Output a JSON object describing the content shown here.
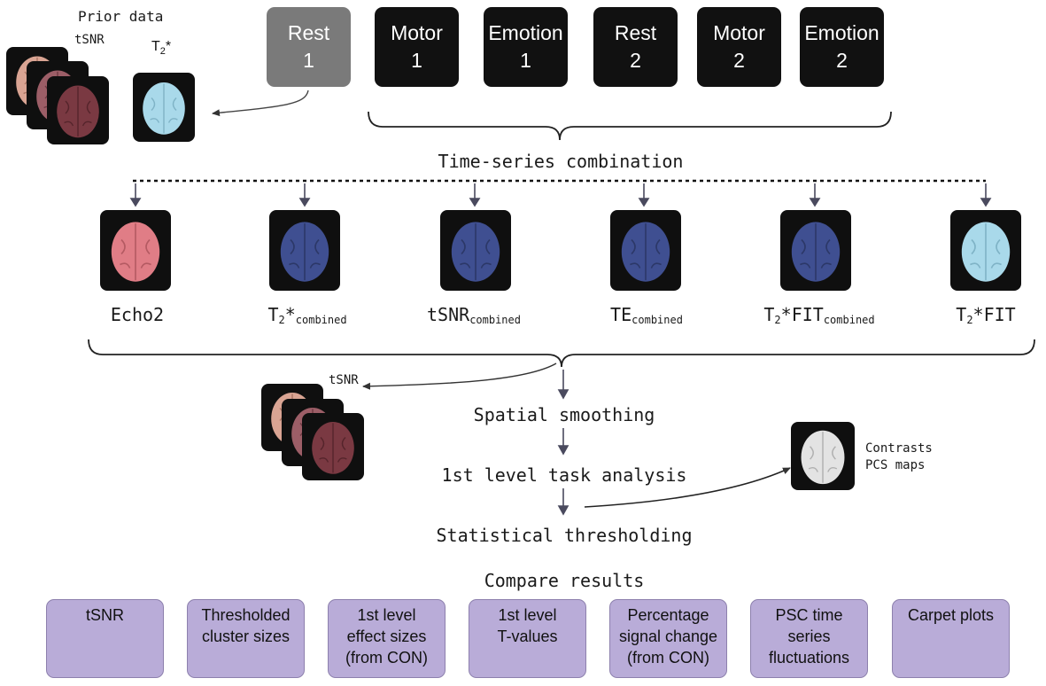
{
  "prior_data": {
    "title": "Prior data",
    "tsnr_label": "tSNR",
    "t2star_base": "T",
    "t2star_sub": "2",
    "t2star_suffix": "*"
  },
  "runs": [
    {
      "name": "Rest",
      "num": "1"
    },
    {
      "name": "Motor",
      "num": "1"
    },
    {
      "name": "Emotion",
      "num": "1"
    },
    {
      "name": "Rest",
      "num": "2"
    },
    {
      "name": "Motor",
      "num": "2"
    },
    {
      "name": "Emotion",
      "num": "2"
    }
  ],
  "combination_title": "Time-series combination",
  "combinations": [
    {
      "base": "Echo2",
      "sub": ""
    },
    {
      "base": "T",
      "sub_a": "2",
      "mid": "*",
      "sub": "combined"
    },
    {
      "base": "tSNR",
      "sub": "combined"
    },
    {
      "base": "TE",
      "sub": "combined"
    },
    {
      "base": "T",
      "sub_a": "2",
      "mid": "*FIT",
      "sub": "combined"
    },
    {
      "base": "T",
      "sub_a": "2",
      "mid": "*FIT",
      "sub": ""
    }
  ],
  "side_tsnr_label": "tSNR",
  "steps": {
    "smoothing": "Spatial smoothing",
    "first_level": "1st level task analysis",
    "thresholding": "Statistical thresholding"
  },
  "outputs": {
    "line1": "Contrasts",
    "line2": "PCS maps"
  },
  "compare_title": "Compare results",
  "results": [
    {
      "lines": [
        "tSNR"
      ]
    },
    {
      "lines": [
        "Thresholded",
        "cluster sizes"
      ]
    },
    {
      "lines": [
        "1st level",
        "effect sizes",
        "(from CON)"
      ]
    },
    {
      "lines": [
        "1st level",
        "T-values"
      ]
    },
    {
      "lines": [
        "Percentage",
        "signal change",
        "(from CON)"
      ]
    },
    {
      "lines": [
        "PSC time",
        "series",
        "fluctuations"
      ]
    },
    {
      "lines": [
        "Carpet plots"
      ]
    }
  ],
  "colors": {
    "rest1_box": "#7a7a7a",
    "run_box": "#111111",
    "brain_pink": "#e07d86",
    "brain_blue": "#3f4f91",
    "brain_lightblue": "#a9d9ea",
    "brain_peach": "#d9a493",
    "brain_mauve": "#9c5e67",
    "brain_maroon": "#7a3942",
    "brain_gray": "#e3e3e3",
    "result_box": "#b9acd8",
    "arrow": "#4a4a5e"
  },
  "icons": [
    "brain-icon",
    "arrow-down-icon",
    "curly-brace-icon",
    "curved-arrow-icon"
  ]
}
